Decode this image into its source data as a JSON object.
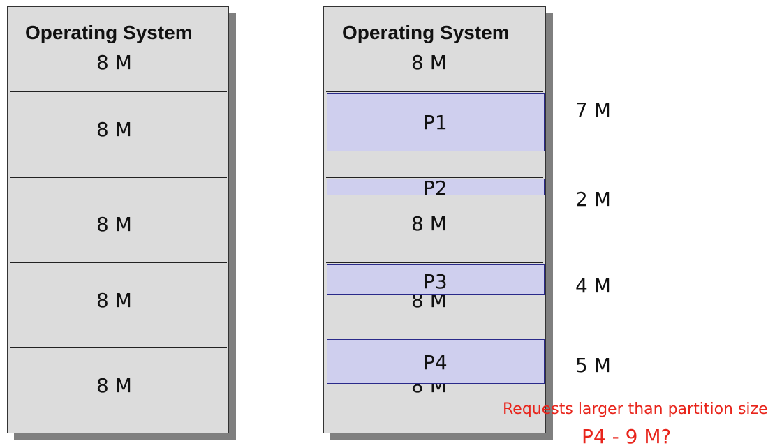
{
  "colors": {
    "memory_fill": "#dcdcdc",
    "process_fill": "#cfcfee",
    "process_border": "#2a2a8a",
    "warning_text": "#e8241b"
  },
  "left_memory": {
    "os_title": "Operating System",
    "os_size": "8 M",
    "partitions": [
      "8 M",
      "8 M",
      "8 M",
      "8 M"
    ]
  },
  "right_memory": {
    "os_title": "Operating System",
    "os_size": "8 M",
    "partition_sizes": [
      "8 M",
      "8 M",
      "8 M"
    ],
    "processes": [
      {
        "name": "P1",
        "size": "7 M"
      },
      {
        "name": "P2",
        "size": "2 M"
      },
      {
        "name": "P3",
        "size": "4 M"
      },
      {
        "name": "P4",
        "size": "5 M"
      }
    ]
  },
  "note": {
    "line1": "Requests larger than partition size",
    "line2": "P4 - 9 M?"
  }
}
